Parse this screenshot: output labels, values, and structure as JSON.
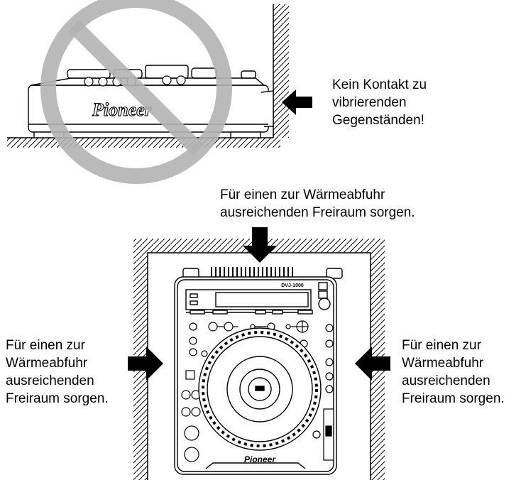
{
  "figure_top": {
    "caption_lines": [
      "Kein Kontakt zu",
      "vibrierenden",
      "Gegenständen!"
    ],
    "brand": "Pioneer"
  },
  "figure_bottom": {
    "top_caption_lines": [
      "Für einen zur Wärmeabfuhr",
      "ausreichenden Freiraum sorgen."
    ],
    "left_caption_lines": [
      "Für einen zur",
      "Wärmeabfuhr",
      "ausreichenden",
      "Freiraum sorgen."
    ],
    "right_caption_lines": [
      "Für einen zur",
      "Wärmeabfuhr",
      "ausreichenden",
      "Freiraum sorgen."
    ],
    "model_label": "DVJ-1000",
    "brand": "Pioneer"
  },
  "colors": {
    "line": "#000000",
    "no_sign": "#b3b3b3"
  }
}
